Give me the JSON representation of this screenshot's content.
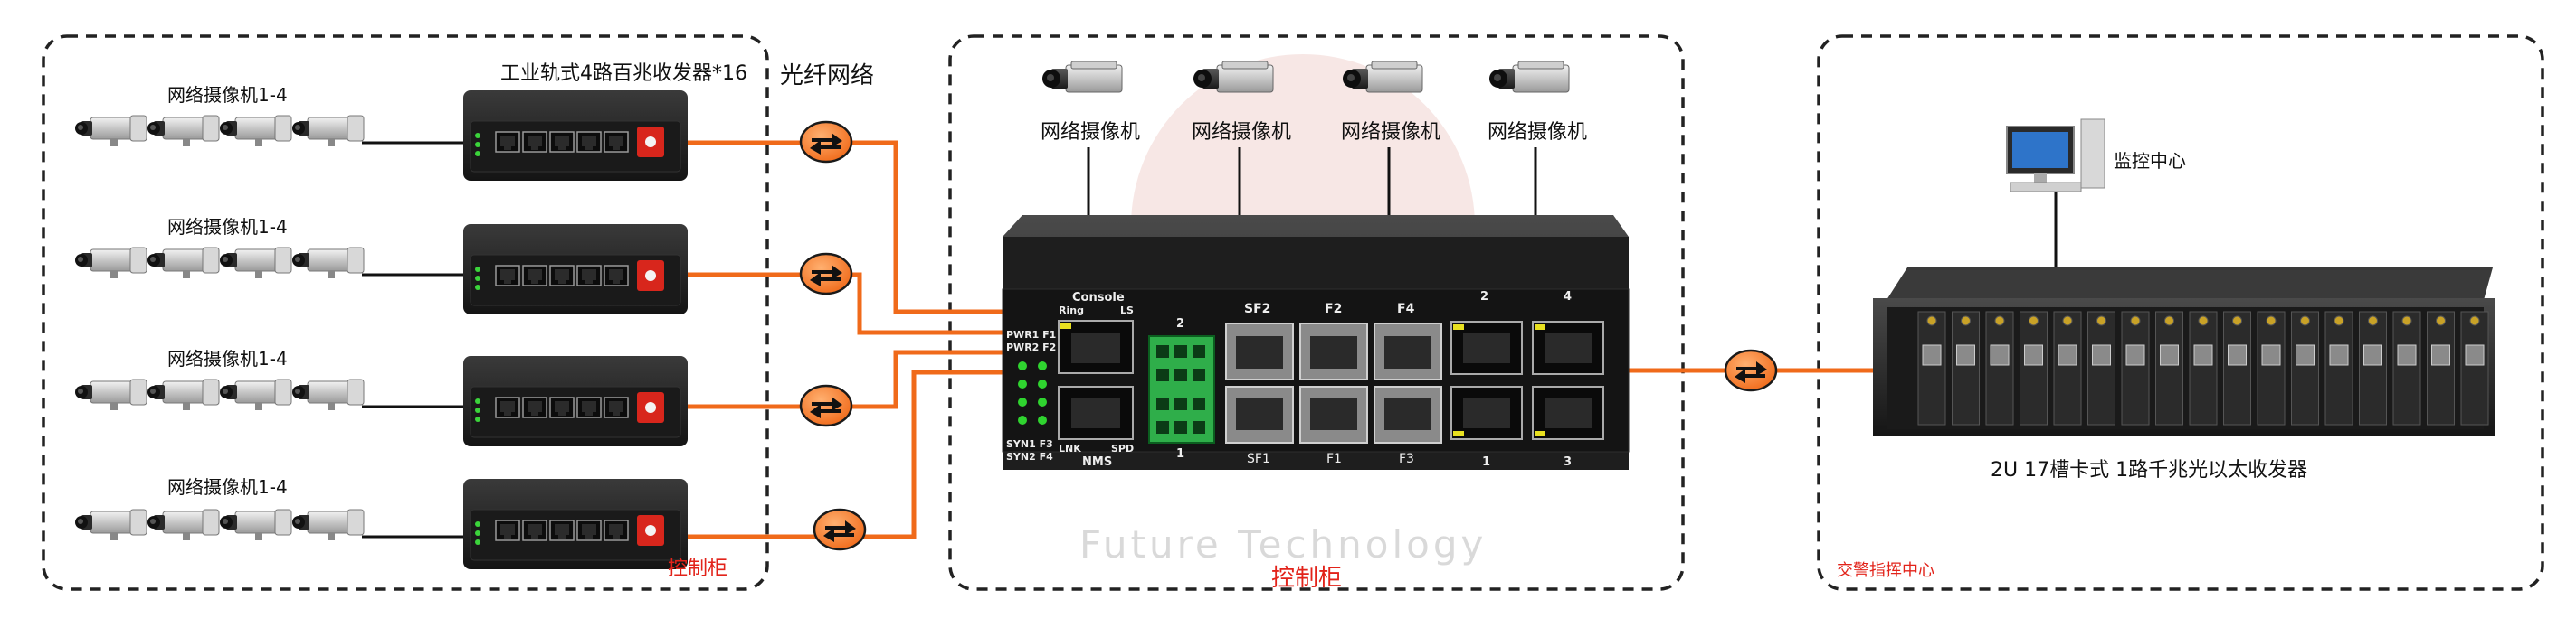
{
  "zones": {
    "left": {
      "label": "控制柜",
      "device_title": "工业轨式4路百兆收发器*16",
      "rows": [
        {
          "camera_label": "网络摄像机1-4"
        },
        {
          "camera_label": "网络摄像机1-4"
        },
        {
          "camera_label": "网络摄像机1-4"
        },
        {
          "camera_label": "网络摄像机1-4"
        }
      ]
    },
    "fiber_label": "光纤网络",
    "middle": {
      "label": "控制柜",
      "cameras": [
        "网络摄像机",
        "网络摄像机",
        "网络摄像机",
        "网络摄像机"
      ],
      "switch": {
        "console": "Console",
        "ring": "Ring",
        "ls": "LS",
        "pwr1": "PWR1 F1",
        "pwr2": "PWR2 F2",
        "syn1": "SYN1 F3",
        "syn2": "SYN2 F4",
        "lnk": "LNK",
        "spd": "SPD",
        "nms": "NMS",
        "term_top": "2",
        "term_bottom": "1",
        "sf2": "SF2",
        "f2": "F2",
        "f4": "F4",
        "sf1": "SF1",
        "f1": "F1",
        "f3": "F3",
        "port1": "1",
        "port2": "2",
        "port3": "3",
        "port4": "4"
      },
      "watermark": "Future Technology"
    },
    "right": {
      "label": "交警指挥中心",
      "monitor_label": "监控中心",
      "chassis_label": "2U 17槽卡式 1路千兆光以太收发器"
    }
  },
  "colors": {
    "fiber": "#f06a1a",
    "zone_label": "#e2231a",
    "device_body": "#1b1b1b",
    "border_dash": "#222222"
  }
}
